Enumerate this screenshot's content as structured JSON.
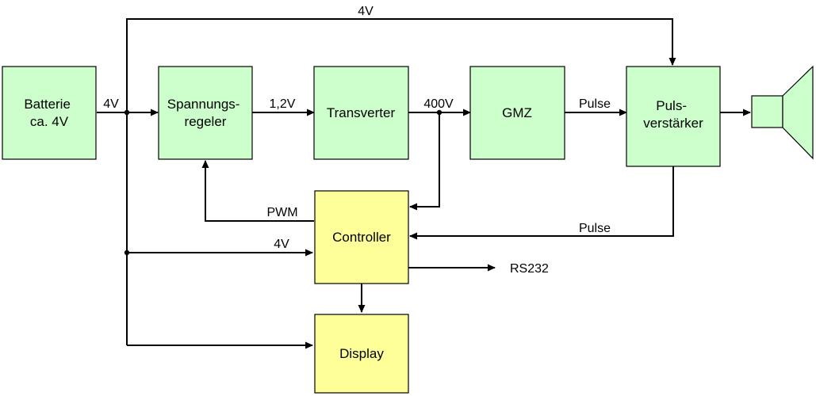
{
  "blocks": {
    "battery": [
      "Batterie",
      "ca. 4V"
    ],
    "regulator": [
      "Spannungs-",
      "regeler"
    ],
    "transverter": "Transverter",
    "gmz": "GMZ",
    "amplifier": [
      "Puls-",
      "verstärker"
    ],
    "controller": "Controller",
    "display": "Display"
  },
  "labels": {
    "top_4v": "4V",
    "battery_out": "4V",
    "regulator_out": "1,2V",
    "transverter_out": "400V",
    "gmz_out": "Pulse",
    "pwm": "PWM",
    "amp_feedback": "Pulse",
    "controller_4v": "4V",
    "rs232": "RS232"
  },
  "colors": {
    "block_green": "#ccffcc",
    "block_yellow": "#ffff99",
    "line": "#000000"
  }
}
